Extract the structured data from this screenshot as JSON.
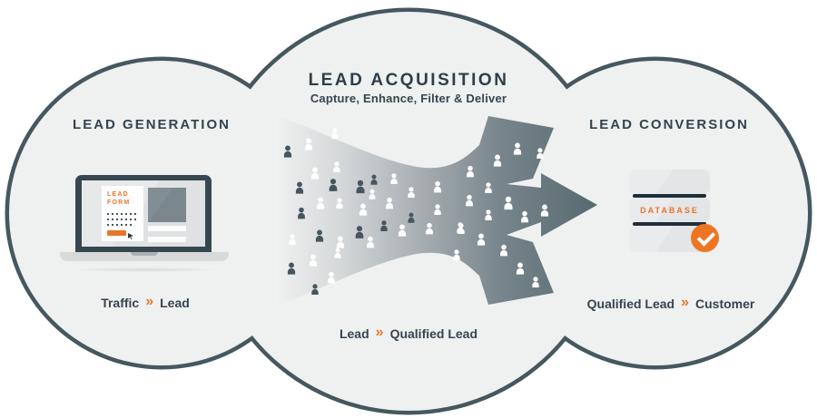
{
  "colors": {
    "background": "#ffffff",
    "cloud_fill": "#eff0f0",
    "cloud_outline": "#46585f",
    "cloud_rim": "#ffffff",
    "accent_orange": "#e8762a",
    "heading_text": "#33434d",
    "flow_text": "#36454f",
    "funnel_dark": "#57696f",
    "funnel_light": "#f0f1f1",
    "person_white": "#ffffff",
    "person_dark": "#46565f",
    "laptop_frame": "#37474f",
    "database_separator": "#1e2f39"
  },
  "sections": {
    "lead_generation": {
      "title": "LEAD GENERATION",
      "flow": {
        "from": "Traffic",
        "chevron": "»",
        "to": "Lead"
      }
    },
    "lead_acquisition": {
      "title": "LEAD ACQUISITION",
      "subtitle": "Capture, Enhance, Filter & Deliver",
      "flow": {
        "from": "Lead",
        "chevron": "»",
        "to": "Qualified Lead"
      }
    },
    "lead_conversion": {
      "title": "LEAD CONVERSION",
      "flow": {
        "from": "Qualified Lead",
        "chevron": "»",
        "to": "Customer"
      }
    }
  },
  "laptop": {
    "form_line1": "LEAD",
    "form_line2": "FORM",
    "icons": [
      "lead-form-card",
      "media-placeholder",
      "submit-button",
      "cursor-icon"
    ]
  },
  "database": {
    "label": "DATABASE",
    "icons": [
      "database-stack",
      "checkmark-icon"
    ]
  },
  "funnel_people": {
    "white": [
      [
        369,
        148,
        0.9
      ],
      [
        340,
        160,
        1
      ],
      [
        347,
        192,
        1
      ],
      [
        371,
        185,
        0.9
      ],
      [
        353,
        225,
        1
      ],
      [
        374,
        225,
        0.9
      ],
      [
        400,
        232,
        1
      ],
      [
        429,
        225,
        0.95
      ],
      [
        434,
        198,
        0.9
      ],
      [
        410,
        215,
        0.85
      ],
      [
        453,
        213,
        0.9
      ],
      [
        482,
        207,
        0.95
      ],
      [
        482,
        232,
        0.9
      ],
      [
        443,
        255,
        1
      ],
      [
        473,
        253,
        0.95
      ],
      [
        507,
        252,
        0.9
      ],
      [
        375,
        268,
        1
      ],
      [
        408,
        268,
        0.95
      ],
      [
        322,
        265,
        0.9
      ],
      [
        345,
        288,
        1
      ],
      [
        372,
        280,
        0.85
      ],
      [
        365,
        307,
        0.95
      ],
      [
        518,
        190,
        0.95
      ],
      [
        548,
        178,
        1
      ],
      [
        570,
        165,
        1
      ],
      [
        595,
        170,
        0.9
      ],
      [
        538,
        208,
        0.9
      ],
      [
        517,
        222,
        0.95
      ],
      [
        560,
        225,
        1.1
      ],
      [
        578,
        240,
        0.95
      ],
      [
        600,
        233,
        1
      ],
      [
        538,
        238,
        0.9
      ],
      [
        508,
        253,
        0.9
      ],
      [
        530,
        265,
        1
      ],
      [
        555,
        277,
        0.95
      ],
      [
        573,
        297,
        1
      ],
      [
        503,
        282,
        0.9
      ],
      [
        590,
        312,
        0.9
      ]
    ],
    "dark": [
      [
        317,
        168,
        1
      ],
      [
        330,
        208,
        1
      ],
      [
        367,
        205,
        1.05
      ],
      [
        397,
        207,
        1.1
      ],
      [
        412,
        199,
        0.85
      ],
      [
        332,
        236,
        0.95
      ],
      [
        352,
        261,
        1
      ],
      [
        396,
        257,
        1.05
      ],
      [
        423,
        250,
        0.9
      ],
      [
        321,
        297,
        1
      ],
      [
        453,
        241,
        0.85
      ],
      [
        347,
        320,
        0.9
      ]
    ]
  }
}
